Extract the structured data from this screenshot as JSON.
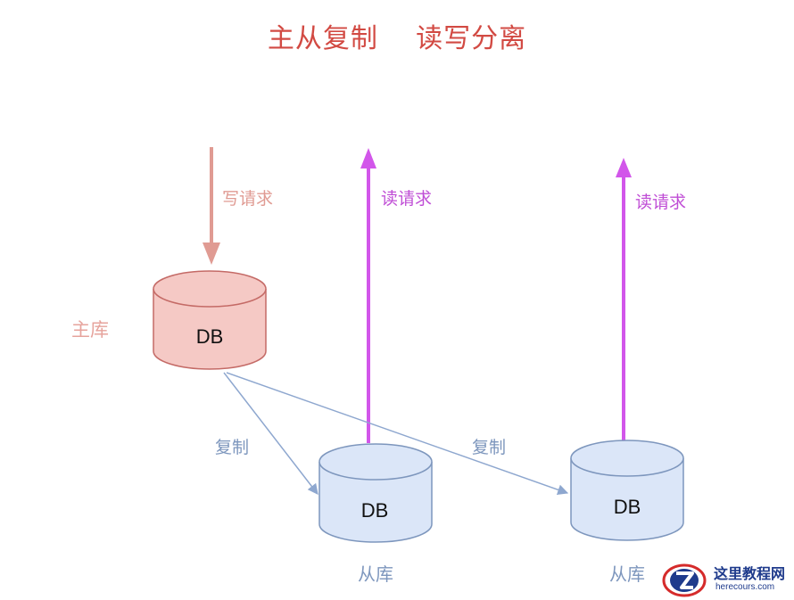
{
  "title": "主从复制    读写分离",
  "write_request_label": "写请求",
  "read_request_label_1": "读请求",
  "read_request_label_2": "读请求",
  "master": {
    "label": "主库",
    "db_text": "DB"
  },
  "replication_label_1": "复制",
  "replication_label_2": "复制",
  "slave_1": {
    "label": "从库",
    "db_text": "DB"
  },
  "slave_2": {
    "label": "从库",
    "db_text": "DB"
  },
  "watermark": {
    "title": "这里教程网",
    "url": "herecours.com"
  },
  "colors": {
    "title": "#d24a43",
    "write_arrow": "#e09b93",
    "read_arrow": "#d256ea",
    "replication_arrow": "#8ea7cf",
    "master_fill": "#f5c9c5",
    "master_stroke": "#c46a66",
    "slave_fill": "#dbe6f8",
    "slave_stroke": "#7d96bd"
  }
}
